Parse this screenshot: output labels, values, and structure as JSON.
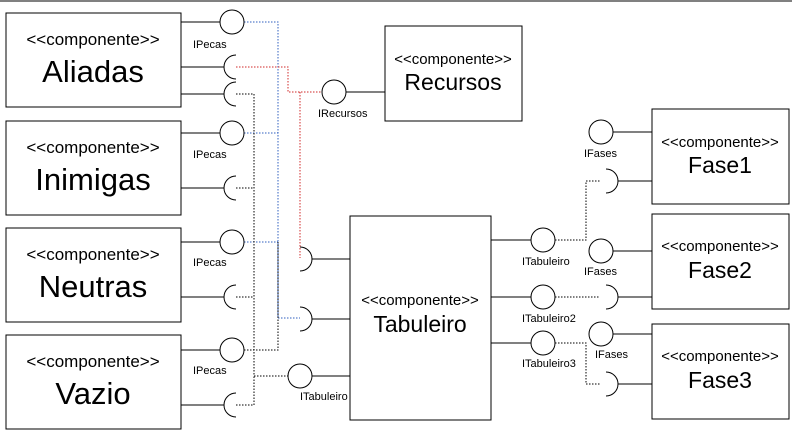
{
  "stereotype": "<<componente>>",
  "components": {
    "aliadas": "Aliadas",
    "inimigas": "Inimigas",
    "neutras": "Neutras",
    "vazio": "Vazio",
    "recursos": "Recursos",
    "tabuleiro": "Tabuleiro",
    "fase1": "Fase1",
    "fase2": "Fase2",
    "fase3": "Fase3"
  },
  "interfaces": {
    "ipecas": "IPecas",
    "irecursos": "IRecursos",
    "itabuleiro": "ITabuleiro",
    "itabuleiro2": "ITabuleiro2",
    "itabuleiro3": "ITabuleiro3",
    "ifases": "IFases"
  },
  "colors": {
    "blue_connector": "#2f5fbf",
    "red_connector": "#d02a2a"
  }
}
